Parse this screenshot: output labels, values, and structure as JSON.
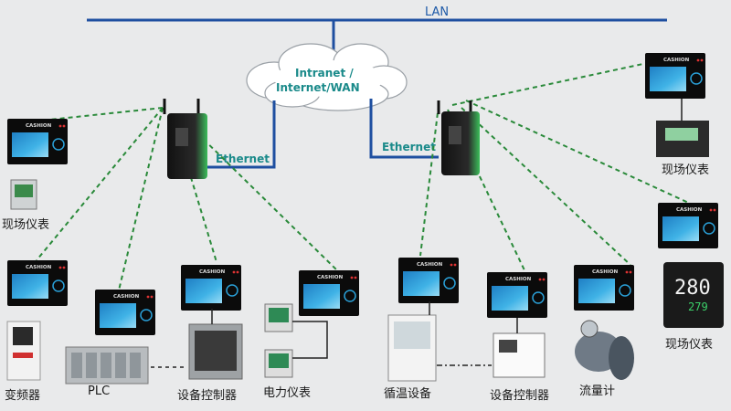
{
  "network": {
    "lan_label": "LAN",
    "cloud_label_line1": "Intranet /",
    "cloud_label_line2": "Internet/WAN",
    "ethernet_left": "Ethernet",
    "ethernet_right": "Ethernet"
  },
  "panel": {
    "brand": "CASHION"
  },
  "labels": {
    "field_meter_left": "现场仪表",
    "vfd": "变频器",
    "plc": "PLC",
    "controller_1": "设备控制器",
    "power_meter": "电力仪表",
    "thermal_cycler": "循温设备",
    "controller_2": "设备控制器",
    "flow_meter": "流量计",
    "field_meter_right_top": "现场仪表",
    "field_meter_right_bottom": "现场仪表"
  },
  "colors": {
    "lan_line": "#1e4fa0",
    "wireless_link": "#2a8a3a",
    "label_teal": "#1a8a8a",
    "gateway_green": "#2fa84f",
    "panel_screen": "#2aa0d8"
  },
  "devices": {
    "digital_meter_reading_1": "280",
    "digital_meter_reading_2": "279"
  }
}
